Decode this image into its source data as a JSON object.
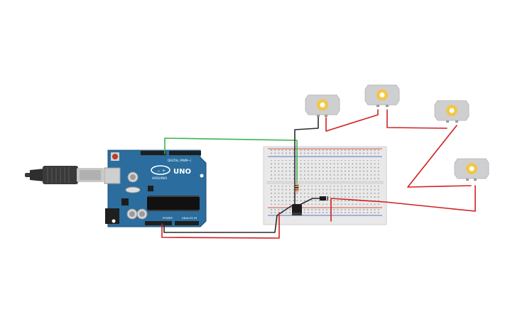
{
  "arduino": {
    "logo_text": "UNO",
    "brand_text": "ARDUINO",
    "digital_label": "DIGITAL (PWM~)",
    "power_label": "POWER",
    "analog_label": "ANALOG IN"
  },
  "colors": {
    "board_blue": "#2a6d9e",
    "board_edge": "#1d5078",
    "breadboard": "#e9e9e9",
    "wire_green": "#3fb34f",
    "wire_black": "#2b2b2b",
    "wire_red": "#d21f1f",
    "motor_body": "#cfcfd2",
    "motor_shaft": "#f2c744"
  },
  "components": [
    "usb-cable",
    "arduino-uno",
    "breadboard",
    "resistor",
    "transistor",
    "diode",
    "dc-motor-1",
    "dc-motor-2",
    "dc-motor-3",
    "dc-motor-4"
  ]
}
